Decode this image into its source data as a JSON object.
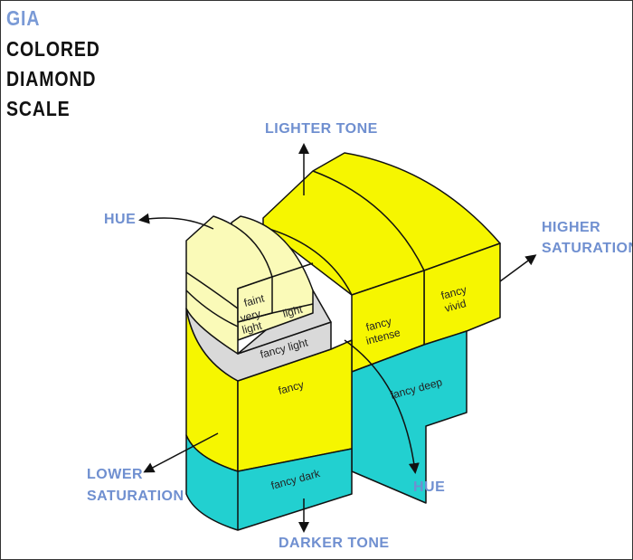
{
  "title": {
    "brand": "GIA",
    "line1": "COLORED",
    "line2": "DIAMOND",
    "line3": "SCALE"
  },
  "axes": {
    "lighter_tone": "LIGHTER TONE",
    "darker_tone": "DARKER TONE",
    "higher_saturation_1": "HIGHER",
    "higher_saturation_2": "SATURATION",
    "lower_saturation_1": "LOWER",
    "lower_saturation_2": "SATURATION",
    "hue_top": "HUE",
    "hue_bottom": "HUE"
  },
  "grades": {
    "faint": "faint",
    "very_light_1": "very",
    "very_light_2": "light",
    "light": "light",
    "fancy_light": "fancy light",
    "fancy": "fancy",
    "fancy_intense_1": "fancy",
    "fancy_intense_2": "intense",
    "fancy_vivid_1": "fancy",
    "fancy_vivid_2": "vivid",
    "fancy_deep": "fancy deep",
    "fancy_dark": "fancy dark"
  },
  "colors": {
    "yellow": "#f6f600",
    "cyan": "#22d0d0",
    "pale": "#fafab8",
    "gray": "#d9d9d9",
    "label": "#6f8fd0"
  }
}
